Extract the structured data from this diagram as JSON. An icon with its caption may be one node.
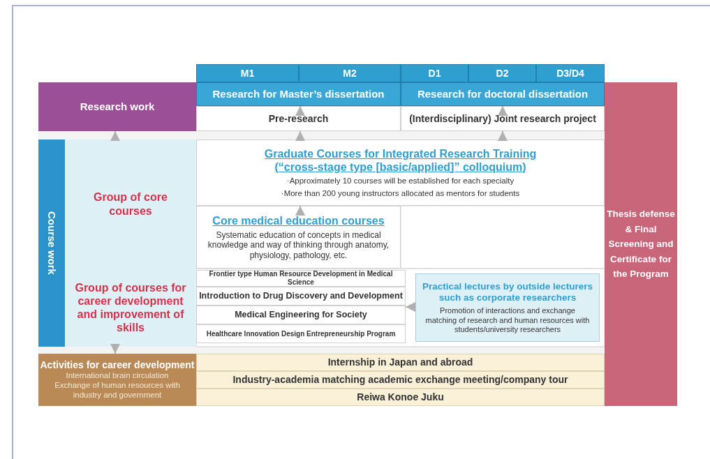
{
  "diagram": {
    "nodes": [
      {
        "text": [
          "M1"
        ]
      },
      {
        "text": [
          "M2"
        ]
      },
      {
        "text": [
          "D1"
        ]
      },
      {
        "text": [
          "D2"
        ]
      },
      {
        "text": [
          "D3/D4"
        ]
      },
      {
        "text": [
          "Research work"
        ]
      },
      {
        "text": [
          "Research for Master’s dissertation"
        ]
      },
      {
        "text": [
          "Research for doctoral dissertation"
        ]
      },
      {
        "text": [
          "Pre-research"
        ]
      },
      {
        "text": [
          "(Interdisciplinary) Joint research project"
        ]
      },
      {
        "text": [
          "Course work"
        ]
      },
      {
        "text": [
          "Group of core courses"
        ]
      },
      {
        "text": [
          "Graduate Courses for Integrated Research Training (“cross-stage type [basic/applied]” colloquium)",
          "·Approximately 10 courses will be established for each specialty",
          "·More than 200 young instructors allocated as mentors for students"
        ]
      },
      {
        "text": [
          "Core medical education courses",
          "Systematic education of concepts in medical knowledge and way of thinking through anatomy, physiology, pathology, etc."
        ]
      },
      {
        "text": [
          "Group of courses for career development and improvement of skills"
        ]
      },
      {
        "text": [
          "Frontier type Human Resource Development in Medical Science"
        ]
      },
      {
        "text": [
          "Introduction to Drug Discovery and Development"
        ]
      },
      {
        "text": [
          "Medical Engineering for Society"
        ]
      },
      {
        "text": [
          "Healthcare Innovation Design Entrepreneurship Program"
        ]
      },
      {
        "text": [
          "Practical lectures by outside lecturers such as corporate researchers",
          "Promotion of interactions and exchange matching of research and human resources with students/university researchers"
        ]
      },
      {
        "text": [
          "Activities for career development",
          "International brain circulation",
          "Exchange of human resources with industry and government"
        ]
      },
      {
        "text": [
          "Internship in Japan and abroad"
        ]
      },
      {
        "text": [
          "Industry-academia matching academic exchange meeting/company tour"
        ]
      },
      {
        "text": [
          "Reiwa Konoe Juku"
        ]
      },
      {
        "text": [
          "Thesis defense & Final Screening and Certificate for the Program"
        ]
      }
    ],
    "edges": [
      {
        "from": 8,
        "to": 6,
        "arrow": "to"
      },
      {
        "from": 9,
        "to": 7,
        "arrow": "to"
      },
      {
        "from": 11,
        "to": 5,
        "arrow": "to"
      },
      {
        "from": 12,
        "to": 8,
        "arrow": "to"
      },
      {
        "from": 12,
        "to": 9,
        "arrow": "to"
      },
      {
        "from": 13,
        "to": 12,
        "arrow": "to"
      },
      {
        "from": 19,
        "to": 16,
        "arrow": "to"
      },
      {
        "from": 14,
        "to": 20,
        "arrow": "to"
      }
    ]
  }
}
